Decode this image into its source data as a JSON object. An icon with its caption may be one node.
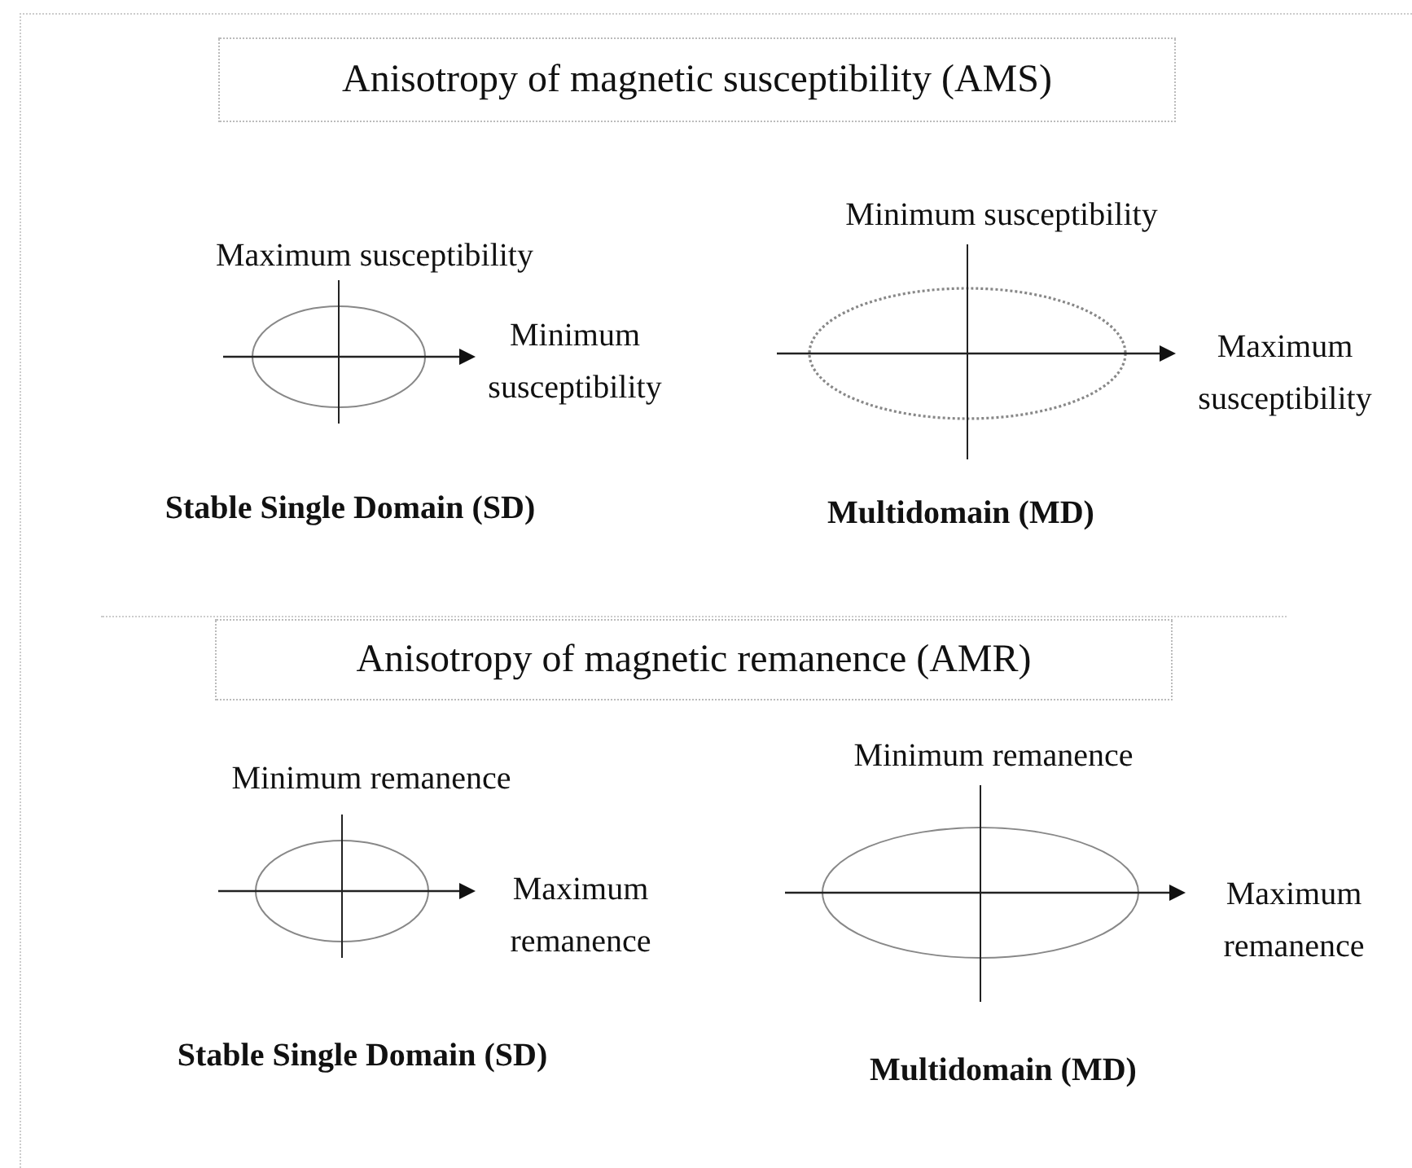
{
  "diagram": {
    "nodes": [
      {
        "text": [
          "Anisotropy of magnetic susceptibility (AMS)"
        ]
      },
      {
        "text": [
          "Anisotropy of magnetic remanence (AMR)"
        ]
      }
    ],
    "labels": [
      "Minimum susceptibility",
      "Maximum susceptibility",
      "Minimum susceptibility",
      "Maximum susceptibility",
      "Stable Single Domain (SD)",
      "Multidomain (MD)",
      "Minimum remanence",
      "Minimum remanence",
      "Maximum remanence",
      "Maximum remanence",
      "Stable Single Domain (SD)",
      "Multidomain (MD)"
    ]
  }
}
